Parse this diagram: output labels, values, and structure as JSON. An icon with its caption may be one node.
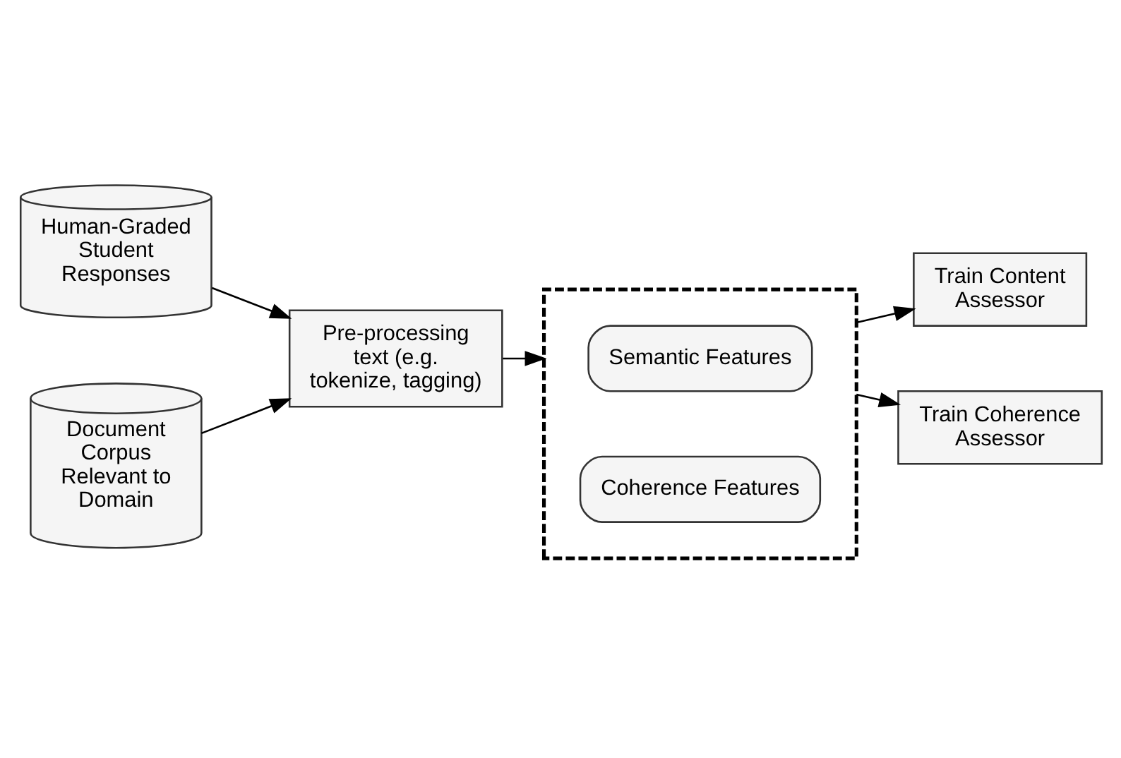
{
  "diagram": {
    "nodes": [
      {
        "text": [
          "Human-Graded Student Responses"
        ]
      },
      {
        "text": [
          "Document Corpus Relevant to Domain"
        ]
      },
      {
        "text": [
          "Pre-processing text (e.g. tokenize, tagging)"
        ]
      },
      {
        "text": [],
        "shape": "box"
      },
      {
        "text": [
          "Semantic Features"
        ],
        "in": 3
      },
      {
        "text": [
          "Coherence Features"
        ],
        "in": 3
      },
      {
        "text": [
          "Train Content Assessor"
        ]
      },
      {
        "text": [
          "Train Coherence Assessor"
        ]
      }
    ],
    "edges": [
      {
        "from": 0,
        "to": 2,
        "arrow": "to"
      },
      {
        "from": 1,
        "to": 2,
        "arrow": "to"
      },
      {
        "from": 2,
        "to": 3,
        "arrow": "to"
      },
      {
        "from": 3,
        "to": 6,
        "arrow": "to"
      },
      {
        "from": 3,
        "to": 7,
        "arrow": "to"
      }
    ]
  }
}
